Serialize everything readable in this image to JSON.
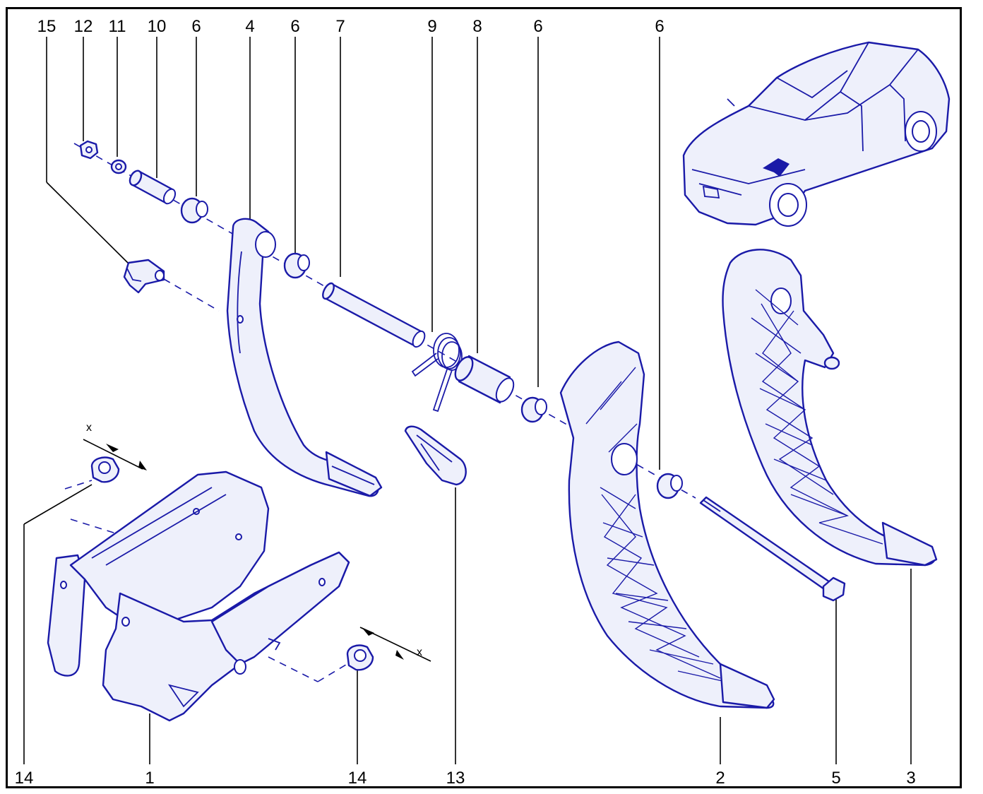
{
  "callouts": {
    "c15": "15",
    "c12": "12",
    "c11": "11",
    "c10": "10",
    "c6a": "6",
    "c4": "4",
    "c6b": "6",
    "c7": "7",
    "c9": "9",
    "c8": "8",
    "c6c": "6",
    "c6d": "6",
    "c14a": "14",
    "c1": "1",
    "c14b": "14",
    "c13": "13",
    "c2": "2",
    "c5": "5",
    "c3": "3"
  },
  "dimension_marks": {
    "xa": "x",
    "xb": "x"
  },
  "colors": {
    "line": "#1a1aa8",
    "fill": "#eef0fb",
    "frame": "#000000"
  }
}
